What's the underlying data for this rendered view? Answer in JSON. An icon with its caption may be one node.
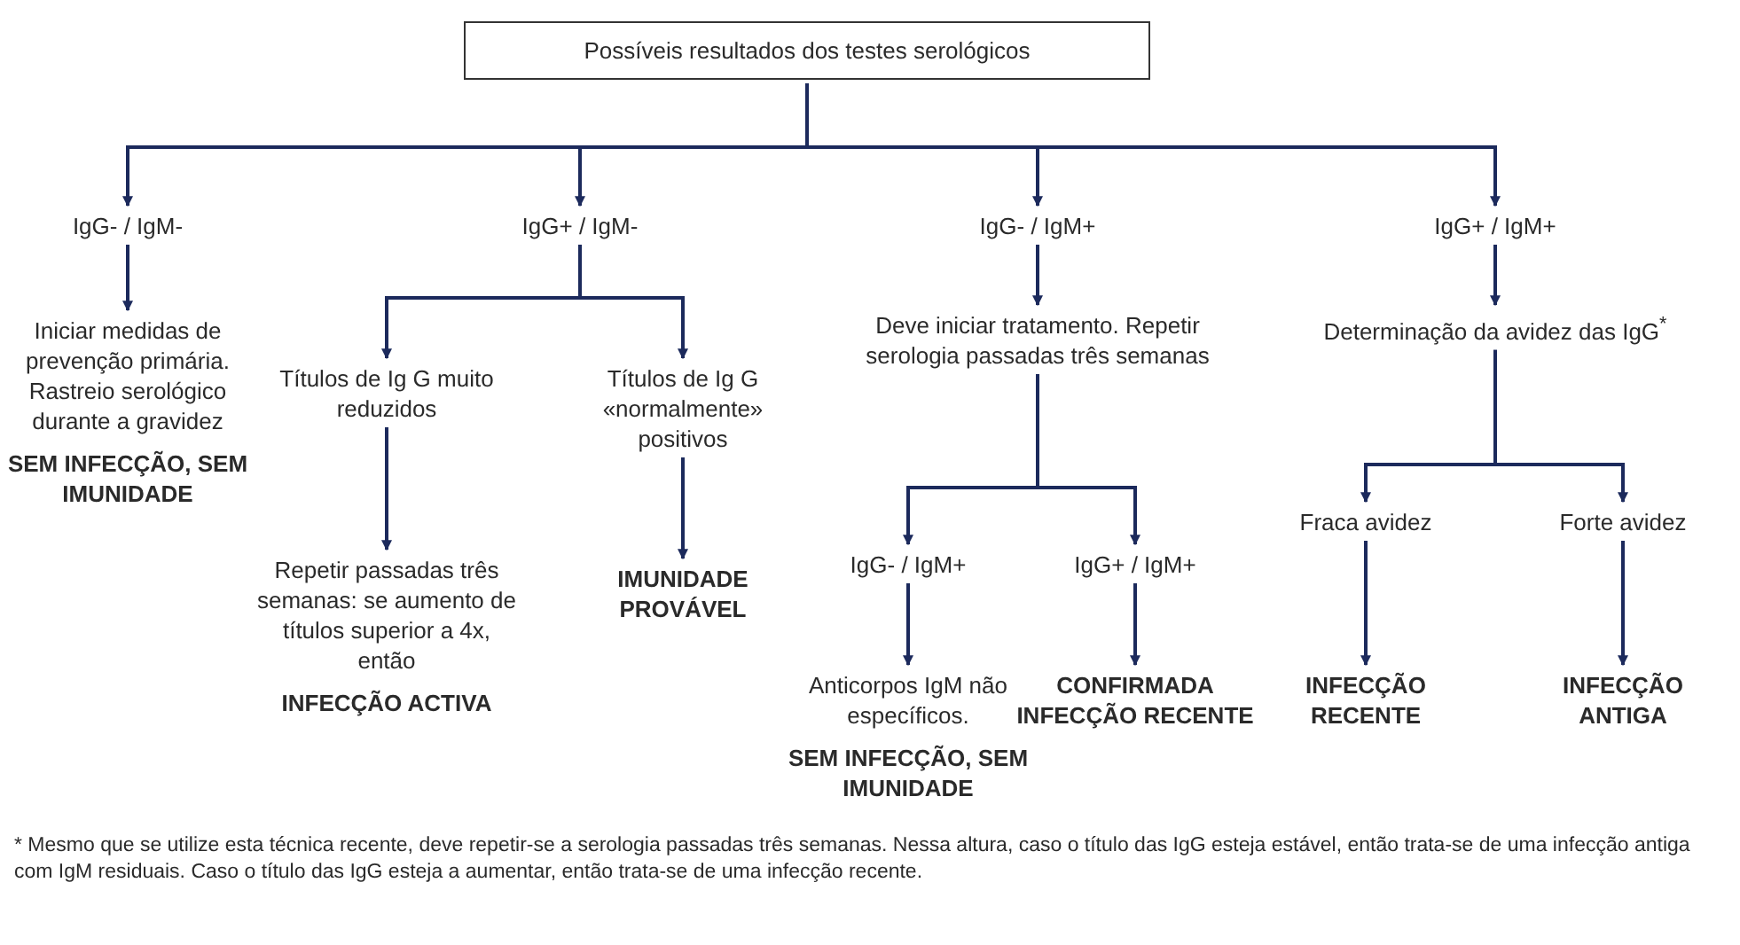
{
  "diagram": {
    "caption": "* Mesmo que se utilize esta técnica recente, deve repetir-se a serologia passadas três semanas. Nessa altura, caso o título das IgG esteja estável, então trata-se de uma infecção antiga com IgM residuais. Caso o título das IgG esteja a aumentar, então trata-se de uma infecção recente.",
    "nodes": [
      {
        "text": [
          "Possíveis resultados dos testes serológicos"
        ]
      },
      {
        "text": [
          "IgG- / IgM-"
        ]
      },
      {
        "text": [
          "IgG+ / IgM-"
        ]
      },
      {
        "text": [
          "IgG- / IgM+"
        ]
      },
      {
        "text": [
          "IgG+ / IgM+"
        ]
      },
      {
        "text": [
          "Iniciar medidas de prevenção primária. Rastreio serológico durante a gravidez",
          "SEM INFECÇÃO, SEM IMUNIDADE"
        ]
      },
      {
        "text": [
          "Títulos de Ig G muito reduzidos"
        ]
      },
      {
        "text": [
          "Títulos de Ig G «normalmente» positivos"
        ]
      },
      {
        "text": [
          "Repetir passadas três semanas: se aumento de títulos superior a 4x, então",
          "INFECÇÃO ACTIVA"
        ]
      },
      {
        "text": [
          "IMUNIDADE PROVÁVEL"
        ]
      },
      {
        "text": [
          "Deve iniciar tratamento. Repetir serologia passadas três semanas"
        ]
      },
      {
        "text": [
          "Determinação da avidez das IgG$^{*}$"
        ]
      },
      {
        "text": [
          "IgG- / IgM+"
        ]
      },
      {
        "text": [
          "IgG+ / IgM+"
        ]
      },
      {
        "text": [
          "Fraca avidez"
        ]
      },
      {
        "text": [
          "Forte avidez"
        ]
      },
      {
        "text": [
          "Anticorpos IgM não específicos.",
          "SEM INFECÇÃO, SEM IMUNIDADE"
        ]
      },
      {
        "text": [
          "CONFIRMADA INFECÇÃO RECENTE"
        ]
      },
      {
        "text": [
          "INFECÇÃO RECENTE"
        ]
      },
      {
        "text": [
          "INFECÇÃO ANTIGA"
        ]
      }
    ],
    "edges": [
      {
        "from": 0,
        "to": 1,
        "arrow": "to"
      },
      {
        "from": 0,
        "to": 2,
        "arrow": "to"
      },
      {
        "from": 0,
        "to": 3,
        "arrow": "to"
      },
      {
        "from": 0,
        "to": 4,
        "arrow": "to"
      },
      {
        "from": 1,
        "to": 5,
        "arrow": "to"
      },
      {
        "from": 2,
        "to": 6,
        "arrow": "to"
      },
      {
        "from": 2,
        "to": 7,
        "arrow": "to"
      },
      {
        "from": 3,
        "to": 10,
        "arrow": "to"
      },
      {
        "from": 4,
        "to": 11,
        "arrow": "to"
      },
      {
        "from": 6,
        "to": 8,
        "arrow": "to"
      },
      {
        "from": 7,
        "to": 9,
        "arrow": "to"
      },
      {
        "from": 10,
        "to": 12,
        "arrow": "to"
      },
      {
        "from": 10,
        "to": 13,
        "arrow": "to"
      },
      {
        "from": 11,
        "to": 14,
        "arrow": "to"
      },
      {
        "from": 11,
        "to": 15,
        "arrow": "to"
      },
      {
        "from": 12,
        "to": 16,
        "arrow": "to"
      },
      {
        "from": 13,
        "to": 17,
        "arrow": "to"
      },
      {
        "from": 14,
        "to": 18,
        "arrow": "to"
      },
      {
        "from": 15,
        "to": 19,
        "arrow": "to"
      }
    ]
  }
}
